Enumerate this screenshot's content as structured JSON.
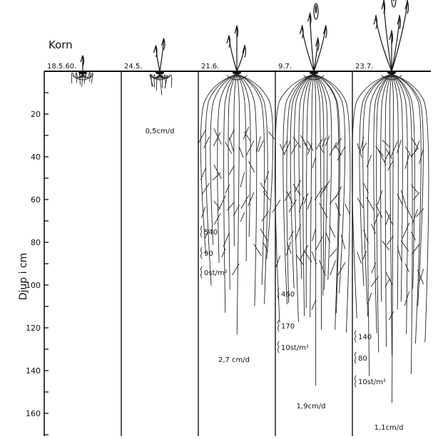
{
  "figure": {
    "crop_label": "Korn",
    "axis_label": "Djup i cm",
    "depth_ticks": [
      {
        "label": "20",
        "value": 20
      },
      {
        "label": "40",
        "value": 40
      },
      {
        "label": "60",
        "value": 60
      },
      {
        "label": "80",
        "value": 80
      },
      {
        "label": "100",
        "value": 100
      },
      {
        "label": "120",
        "value": 120
      },
      {
        "label": "140",
        "value": 140
      },
      {
        "label": "160",
        "value": 160
      }
    ],
    "panels": [
      {
        "date": "18.5.60.",
        "root_depth_cm": 7,
        "roots": 7,
        "shoot": 1,
        "rate": "",
        "densities": []
      },
      {
        "date": "24.5.",
        "root_depth_cm": 11,
        "roots": 9,
        "shoot": 2,
        "rate": "0,5cm/d",
        "densities": []
      },
      {
        "date": "21.6.",
        "root_depth_cm": 123,
        "roots": 14,
        "shoot": 3,
        "rate": "2,7 cm/d",
        "densities": [
          {
            "label": "540",
            "depth_cm": 75
          },
          {
            "label": "90",
            "depth_cm": 85
          },
          {
            "label": "0st/m²",
            "depth_cm": 94
          }
        ]
      },
      {
        "date": "9.7.",
        "root_depth_cm": 147,
        "roots": 18,
        "shoot": 4,
        "rate": "1,9cm/d",
        "densities": [
          {
            "label": "460",
            "depth_cm": 104
          },
          {
            "label": "170",
            "depth_cm": 119
          },
          {
            "label": "10st/m²",
            "depth_cm": 129
          }
        ]
      },
      {
        "date": "23.7.",
        "root_depth_cm": 155,
        "roots": 18,
        "shoot": 5,
        "rate": "1,1cm/d",
        "densities": [
          {
            "label": "140",
            "depth_cm": 124
          },
          {
            "label": "80",
            "depth_cm": 134
          },
          {
            "label": "10st/m²",
            "depth_cm": 145
          }
        ]
      }
    ]
  }
}
